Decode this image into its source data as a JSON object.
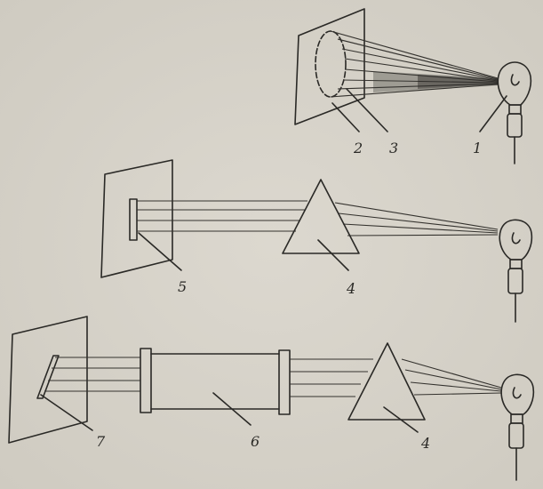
{
  "labels": {
    "l1": "1",
    "l2": "2",
    "l3": "3",
    "l4a": "4",
    "l4b": "4",
    "l5": "5",
    "l6": "6",
    "l7": "7"
  },
  "colors": {
    "paper": "#d9d5cc",
    "ink": "#2a2926"
  }
}
